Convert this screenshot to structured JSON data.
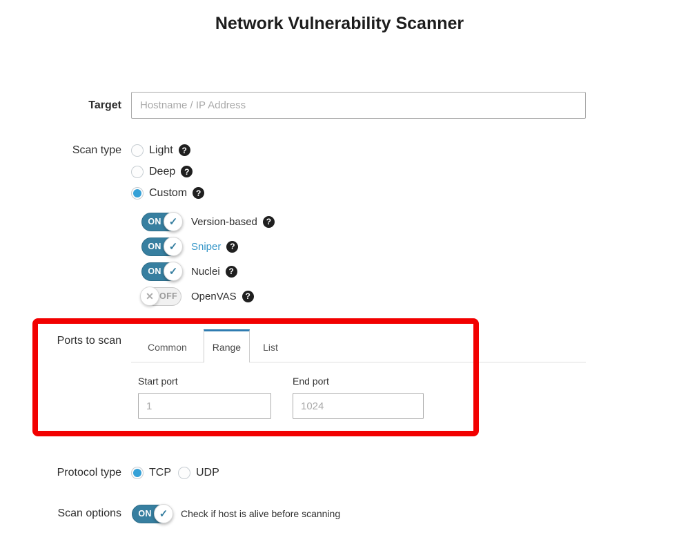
{
  "title": "Network Vulnerability Scanner",
  "target": {
    "label": "Target",
    "placeholder": "Hostname / IP Address"
  },
  "scan_type": {
    "label": "Scan type",
    "options": [
      {
        "label": "Light"
      },
      {
        "label": "Deep"
      },
      {
        "label": "Custom"
      }
    ],
    "selected": "Custom",
    "tools": [
      {
        "label": "Version-based",
        "state": "ON"
      },
      {
        "label": "Sniper",
        "state": "ON"
      },
      {
        "label": "Nuclei",
        "state": "ON"
      },
      {
        "label": "OpenVAS",
        "state": "OFF"
      }
    ]
  },
  "ports": {
    "label": "Ports to scan",
    "tabs": [
      {
        "label": "Common"
      },
      {
        "label": "Range"
      },
      {
        "label": "List"
      }
    ],
    "active_tab": "Range",
    "start_port": {
      "label": "Start port",
      "placeholder": "1"
    },
    "end_port": {
      "label": "End port",
      "placeholder": "1024"
    }
  },
  "protocol": {
    "label": "Protocol type",
    "options": [
      {
        "label": "TCP"
      },
      {
        "label": "UDP"
      }
    ],
    "selected": "TCP"
  },
  "scan_options": {
    "label": "Scan options",
    "toggle_state": "ON",
    "text": "Check if host is alive before scanning"
  },
  "icons": {
    "help": "?",
    "check": "✓",
    "cross": "✕"
  },
  "colors": {
    "toggle_on": "#377fa0",
    "radio_blue": "#35a1d7",
    "tab_active_border": "#2f7cb1",
    "highlight_red": "#f20000",
    "link_blue": "#3596c8"
  }
}
